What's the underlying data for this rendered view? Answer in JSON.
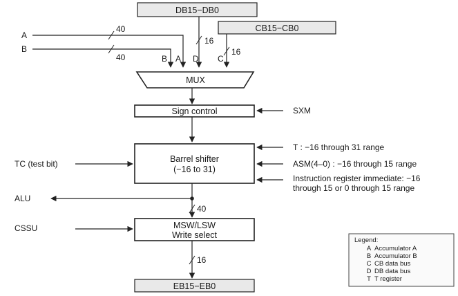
{
  "buses": {
    "db": "DB15−DB0",
    "cb": "CB15−CB0",
    "eb": "EB15−EB0"
  },
  "inputs": {
    "a": "A",
    "b": "B",
    "tc": "TC (test bit)",
    "cssu": "CSSU",
    "sxm": "SXM"
  },
  "widths": {
    "a": "40",
    "b": "40",
    "db": "16",
    "cb": "16",
    "alu": "40",
    "eb": "16"
  },
  "mux_inputs": [
    "B",
    "A",
    "D",
    "C"
  ],
  "blocks": {
    "mux": "MUX",
    "sign": "Sign control",
    "barrel_line1": "Barrel shifter",
    "barrel_line2": "(−16 to 31)",
    "msw_line1": "MSW/LSW",
    "msw_line2": "Write select"
  },
  "outputs": {
    "alu": "ALU"
  },
  "shift_sources": {
    "t": "T : −16 through 31 range",
    "asm": "ASM(4–0) : −16 through 15 range",
    "ir_line1": "Instruction register immediate: −16",
    "ir_line2": "through 15 or 0 through 15 range"
  },
  "legend": {
    "title": "Legend:",
    "items": [
      {
        "key": "A",
        "desc": "Accumulator A"
      },
      {
        "key": "B",
        "desc": "Accumulator B"
      },
      {
        "key": "C",
        "desc": "CB data bus"
      },
      {
        "key": "D",
        "desc": "DB data bus"
      },
      {
        "key": "T",
        "desc": "T register"
      }
    ]
  }
}
